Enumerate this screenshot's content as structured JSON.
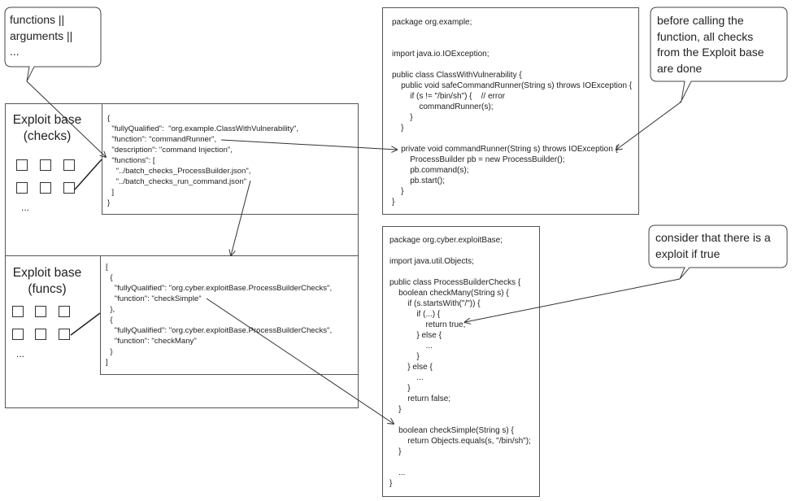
{
  "bubbles": {
    "top_left": "functions ||\narguments ||\n...",
    "top_right": "before calling the\nfunction, all checks\nfrom the Exploit base\nare done",
    "mid_right": "consider that there is a\nexploit if true"
  },
  "left_panel": {
    "checks_title": "Exploit base\n(checks)",
    "funcs_title": "Exploit base\n(funcs)",
    "ellipsis": "..."
  },
  "checks_json": "{\n  \"fullyQualified\":  \"org.example.ClassWithVulnerability\",\n  \"function\": \"commandRunner\",\n  \"description\": \"command Injection\",\n  \"functions\": [\n    \"../batch_checks_ProcessBuilder.json\",\n    \"../batch_checks_run_command.json\"\n  ]\n}",
  "funcs_json": "[\n  {\n    \"fullyQualified\": \"org.cyber.exploitBase.ProcessBuilderChecks\",\n    \"function\": \"checkSimple\"\n  },\n  {\n    \"fullyQualified\": \"org.cyber.exploitBase.ProcessBuilderChecks\",\n    \"function\": \"checkMany\"\n  }\n]",
  "vuln_code": "package org.example;\n\n\nimport java.io.IOException;\n\npublic class ClassWithVulnerability {\n    public void safeCommandRunner(String s) throws IOException {\n        if (s != \"/bin/sh\") {    // error\n            commandRunner(s);\n        }\n    }\n\n    private void commandRunner(String s) throws IOException {\n        ProcessBuilder pb = new ProcessBuilder();\n        pb.command(s);\n        pb.start();\n    }\n}",
  "checks_code": "package org.cyber.exploitBase;\n\nimport java.util.Objects;\n\npublic class ProcessBuilderChecks {\n    boolean checkMany(String s) {\n        if (s.startsWith(\"/\")) {\n            if (...) {\n                return true;\n            } else {\n                ...\n            }\n        } else {\n            ...\n        }\n        return false;\n    }\n\n    boolean checkSimple(String s) {\n        return Objects.equals(s, \"/bin/sh\");\n    }\n\n    ...\n}"
}
